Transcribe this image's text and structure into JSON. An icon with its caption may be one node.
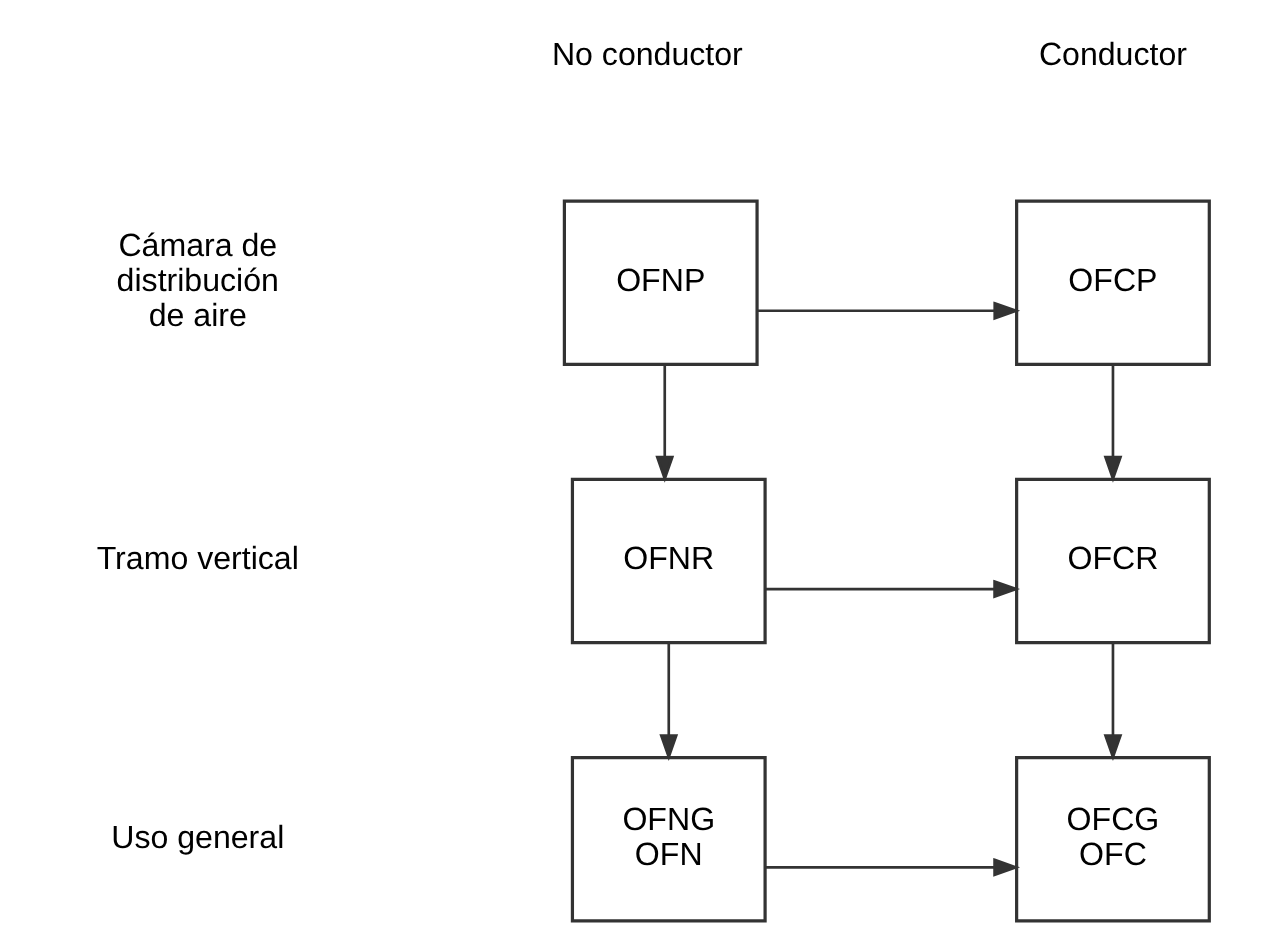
{
  "diagram": {
    "nodes": [
      {
        "text": [
          "OFNP"
        ]
      },
      {
        "text": [
          "OFCP"
        ]
      },
      {
        "text": [
          "OFNR"
        ]
      },
      {
        "text": [
          "OFCR"
        ]
      },
      {
        "text": [
          "OFNG",
          "OFN"
        ]
      },
      {
        "text": [
          "OFCG",
          "OFC"
        ]
      }
    ],
    "edges": [
      {
        "from": 0,
        "to": 1,
        "arrow": "to"
      },
      {
        "from": 0,
        "to": 2,
        "arrow": "to"
      },
      {
        "from": 1,
        "to": 3,
        "arrow": "to"
      },
      {
        "from": 2,
        "to": 3,
        "arrow": "to"
      },
      {
        "from": 2,
        "to": 4,
        "arrow": "to"
      },
      {
        "from": 3,
        "to": 5,
        "arrow": "to"
      },
      {
        "from": 4,
        "to": 5,
        "arrow": "to"
      }
    ],
    "labels": [
      "No conductor",
      "Conductor",
      "Cámara de distribución de aire",
      "Tramo vertical",
      "Uso general"
    ]
  }
}
